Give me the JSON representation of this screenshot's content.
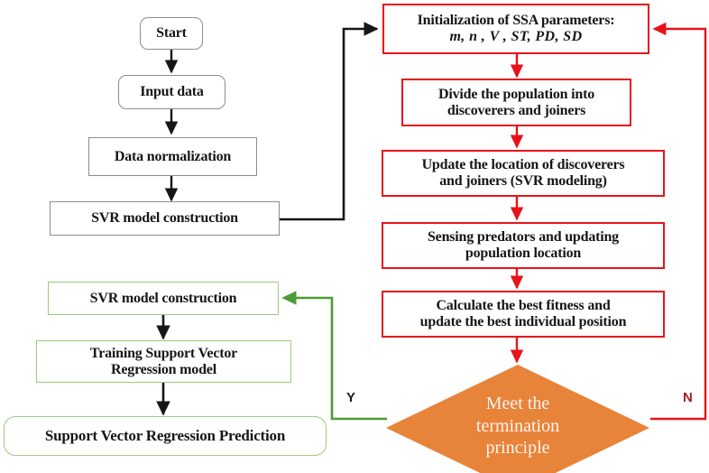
{
  "diagram": {
    "title": "SSA-SVR flowchart",
    "colors": {
      "red": "#e8131a",
      "green": "#9ccb7d",
      "gray": "#8d8d8d",
      "orange": "#e8833a",
      "black": "#161616",
      "dark_red": "#a81b22"
    }
  },
  "left_column": {
    "start": "Start",
    "input_data": "Input data",
    "data_normalization": "Data normalization",
    "svr_model_construction": "SVR model construction"
  },
  "right_column": {
    "init_line1": "Initialization of SSA parameters:",
    "init_line2": "m, n , V , ST, PD,  SD",
    "divide_population": "Divide the population into discoverers and joiners",
    "divide_line1": "Divide the population into",
    "divide_line2": "discoverers and joiners",
    "update_line1": "Update the location of discoverers",
    "update_line2": "and joiners (SVR modeling)",
    "sensing_line1": "Sensing predators and updating",
    "sensing_line2": "population location",
    "calculate_line1": "Calculate the best fitness and",
    "calculate_line2": "update the best individual position"
  },
  "decision": {
    "line1": "Meet the",
    "line2": "termination",
    "line3": "principle",
    "yes_label": "Y",
    "no_label": "N"
  },
  "bottom_column": {
    "svr_model_construction": "SVR model construction",
    "training_line1": "Training Support Vector",
    "training_line2": "Regression model",
    "prediction": "Support Vector Regression Prediction"
  }
}
